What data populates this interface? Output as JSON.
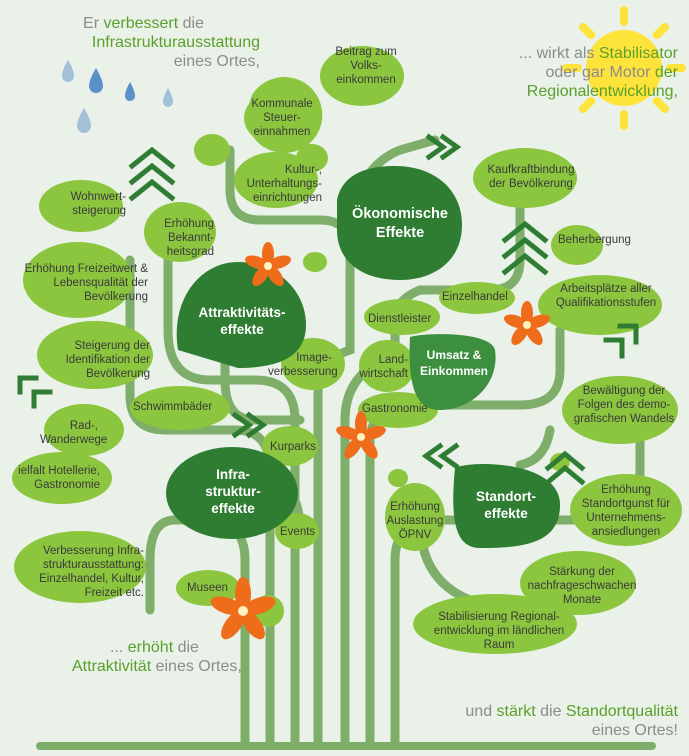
{
  "colors": {
    "background": "#e9f1e9",
    "branch": "#7fae6a",
    "dark": "#2e7d32",
    "light": "#8cc63f",
    "flower": "#ef6c1a",
    "sun": "#fde33a",
    "rain": "#5b8fc8"
  },
  "quotes": {
    "top_left": {
      "pre": "Er ",
      "hl1": "verbessert",
      "mid": " die",
      "hl2": "Infrastrukturausstattung",
      "post": "eines Ortes,"
    },
    "top_right": {
      "pre": "... wirkt als ",
      "hl1": "Stabilisator",
      "mid": "oder gar Motor ",
      "hl2": "der",
      "hl3": "Regionalentwicklung,"
    },
    "bottom_left": {
      "pre": "... ",
      "hl1": "erhöht",
      "mid": " die",
      "hl2": "Attraktivität",
      "post": " eines Ortes,"
    },
    "bottom_right": {
      "pre": "und ",
      "hl1": "stärkt",
      "mid": " die ",
      "hl2": "Standortqualität",
      "post": "eines Ortes!"
    }
  },
  "hubs": {
    "attraktivitaet": "Attraktivitäts-effekte",
    "oekonomisch": "Ökonomische Effekte",
    "infrastruktur": "Infra-struktur-effekte",
    "standort": "Standort-effekte",
    "umsatz": "Umsatz & Einkommen"
  },
  "leaves": {
    "kommunale": "Kommunale Steuer-einnahmen",
    "beitrag": "Beitrag zum Volks-einkommen",
    "kultur": "Kultur-, Unterhaltungs-einrichtungen",
    "kaufkraft": "Kaufkraftbindung der Bevölkerung",
    "wohnwert": "Wohnwert-steigerung",
    "bekanntheit": "Erhöhung Bekannt-heitsgrad",
    "beherbergung": "Beherbergung",
    "freizeitwert": "Erhöhung Freizeitwert & Lebensqualität der Bevölkerung",
    "einzelhandel": "Einzelhandel",
    "arbeitsplaetze": "Arbeitsplätze aller Qualifikationsstufen",
    "dienstleister": "Dienstleister",
    "identifikation": "Steigerung der Identifikation der Bevölkerung",
    "image": "Image-verbesserung",
    "landwirtschaft": "Land-wirtschaft",
    "schwimmbaeder": "Schwimmbäder",
    "gastronomie": "Gastronomie",
    "demografie": "Bewältigung der Folgen des demo-grafischen Wandels",
    "radwege": "Rad-, Wanderwege",
    "kurparks": "Kurparks",
    "hotellerie": "ielfalt Hotellerie, Gastronomie",
    "oepnv": "Erhöhung Auslastung ÖPNV",
    "standortgunst": "Erhöhung Standortgunst für Unternehmens-ansiedlungen",
    "events": "Events",
    "verbesserung": "Verbesserung Infra-strukturausstattung: Einzelhandel, Kultur, Freizeit etc.",
    "staerkung": "Stärkung der nachfrageschwachen Monate",
    "museen": "Museen",
    "stabilisierung": "Stabilisierung Regional-entwicklung im ländlichen Raum"
  }
}
